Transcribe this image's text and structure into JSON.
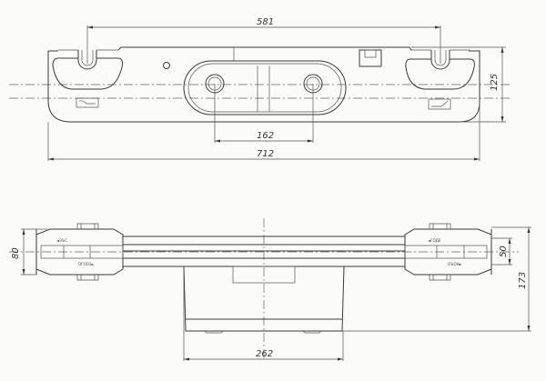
{
  "top_view": {
    "dimensions": {
      "slot_spacing": "581",
      "height": "125",
      "hole_spacing": "162",
      "overall_length": "712"
    }
  },
  "front_view": {
    "dimensions": {
      "end_height": "80",
      "bar_height": "50",
      "overall_height": "173",
      "base_width": "262"
    },
    "labels": {
      "left_top": "◄ЭЪС",
      "left_bottom": "ОГООЗ►",
      "right_top": "◄ГОДЕ",
      "right_bottom": "ОЪОН►"
    }
  }
}
